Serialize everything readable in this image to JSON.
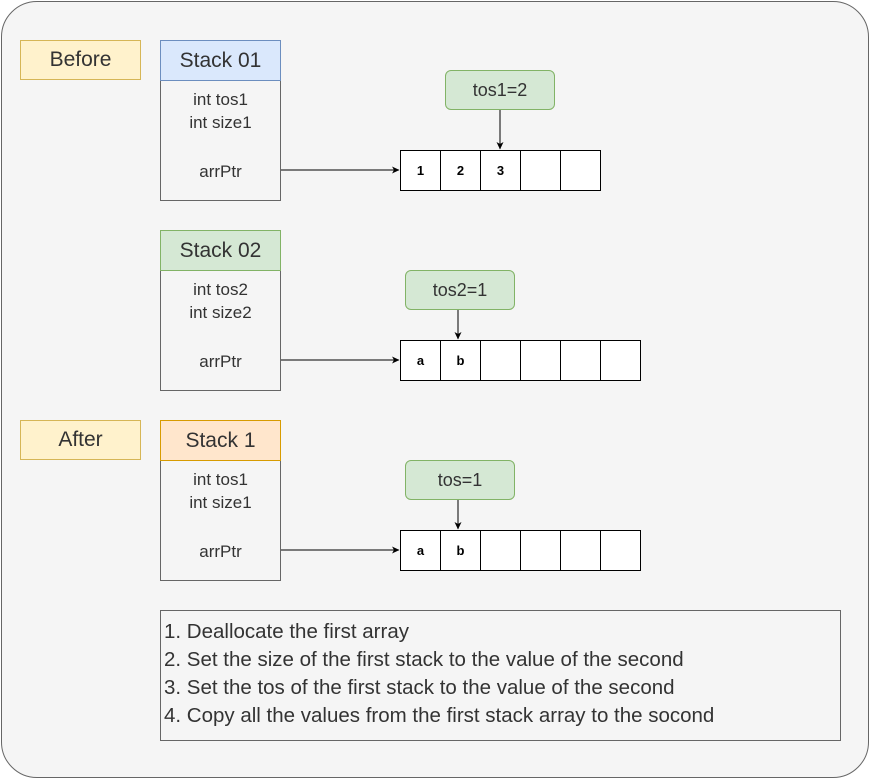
{
  "labels": {
    "before": "Before",
    "after": "After"
  },
  "stacks": [
    {
      "title": "Stack 01",
      "lines": [
        "int tos1",
        "int size1"
      ],
      "ptr": "arrPtr",
      "tos_label": "tos1=2",
      "cells": [
        "1",
        "2",
        "3",
        "",
        ""
      ]
    },
    {
      "title": "Stack 02",
      "lines": [
        "int tos2",
        "int size2"
      ],
      "ptr": "arrPtr",
      "tos_label": "tos2=1",
      "cells": [
        "a",
        "b",
        "",
        "",
        "",
        ""
      ]
    },
    {
      "title": "Stack 1",
      "lines": [
        "int tos1",
        "int size1"
      ],
      "ptr": "arrPtr",
      "tos_label": "tos=1",
      "cells": [
        "a",
        "b",
        "",
        "",
        "",
        ""
      ]
    }
  ],
  "steps": [
    "1. Deallocate the first array",
    "2. Set the size of the first stack to the value of the second",
    "3. Set the tos of the first stack to the value of the second",
    "4. Copy all the values from the first stack array to the socond"
  ],
  "colors": {
    "label_fill": "#fff2cc",
    "stack01_header": "#dae8fc",
    "stack02_header": "#d5e8d4",
    "stack1_header": "#ffe6cc",
    "tos_fill": "#d5e8d4"
  }
}
